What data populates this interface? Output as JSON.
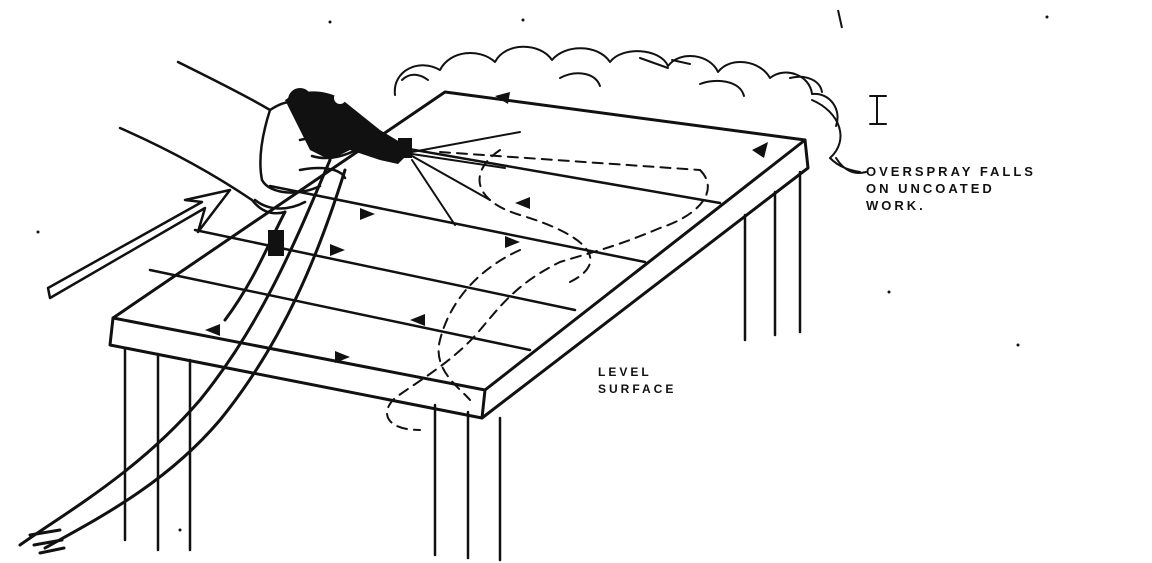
{
  "labels": {
    "overspray": [
      "OVERSPRAY FALLS",
      "ON UNCOATED",
      "WORK."
    ],
    "level_surface": [
      "LEVEL",
      "SURFACE"
    ]
  }
}
